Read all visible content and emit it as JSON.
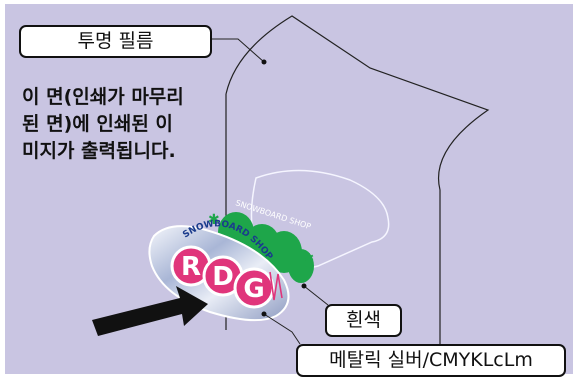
{
  "labels": {
    "film": "투명 필름",
    "white": "흰색",
    "metallic": "메탈릭 실버/CMYKLcLm"
  },
  "description": {
    "lines": [
      "이 면(인쇄가 마무리",
      "된 면)에 인쇄된 이",
      "미지가 출력됩니다."
    ]
  },
  "sticker": {
    "letters": [
      "R",
      "D",
      "G"
    ],
    "arc_text": "SNOWBOARD SHOP",
    "green_arc_text": "SNOWBOARD SHOP"
  },
  "colors": {
    "background": "#c9c5e2",
    "green": "#1ea64a",
    "pink": "#e0357b",
    "arrow": "#111111"
  }
}
